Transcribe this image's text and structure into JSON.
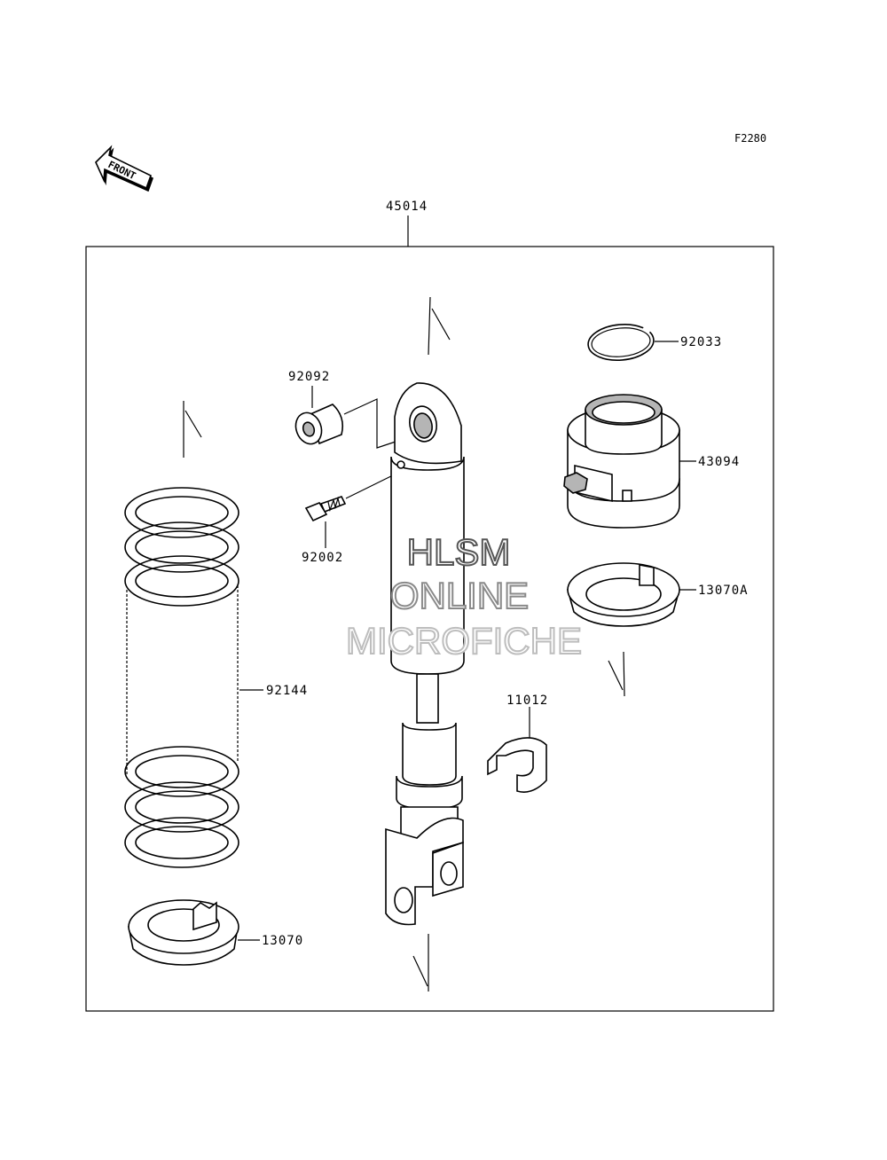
{
  "figure_code": "F2280",
  "front_arrow": {
    "label": "FRONT",
    "icon": "front-direction-arrow-icon"
  },
  "assembly": {
    "part_number": "45014"
  },
  "parts": {
    "p92033": "92033",
    "p92092": "92092",
    "p43094": "43094",
    "p92002": "92002",
    "p13070A": "13070A",
    "p11012": "11012",
    "p92144": "92144",
    "p13070": "13070"
  },
  "watermark": {
    "line1": "HLSM",
    "line2": "ONLINE",
    "line3": "MICROFICHE"
  }
}
